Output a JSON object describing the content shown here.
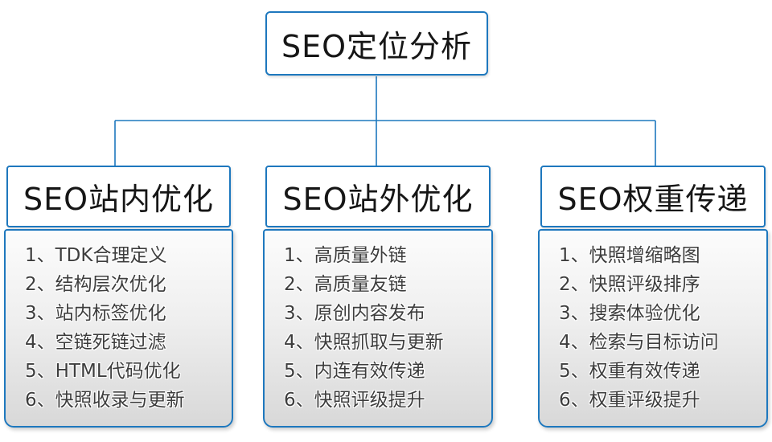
{
  "root": {
    "title": "SEO定位分析"
  },
  "columns": [
    {
      "title": "SEO站内优化",
      "items": [
        "1、TDK合理定义",
        "2、结构层次优化",
        "3、站内标签优化",
        "4、空链死链过滤",
        "5、HTML代码优化",
        "6、快照收录与更新"
      ]
    },
    {
      "title": "SEO站外优化",
      "items": [
        "1、高质量外链",
        "2、高质量友链",
        "3、原创内容发布",
        "4、快照抓取与更新",
        "5、内连有效传递",
        "6、快照评级提升"
      ]
    },
    {
      "title": "SEO权重传递",
      "items": [
        "1、快照增缩略图",
        "2、快照评级排序",
        "3、搜索体验优化",
        "4、检索与目标访问",
        "5、权重有效传递",
        "6、权重评级提升"
      ]
    }
  ],
  "colors": {
    "line_blue": "#1E78BE",
    "border_blue": "#1E78BE",
    "header_text": "#161616",
    "item_text": "#3D3D3D",
    "body_gradient_top": "#FCFCFC",
    "body_gradient_bottom": "#D8D8D8"
  }
}
